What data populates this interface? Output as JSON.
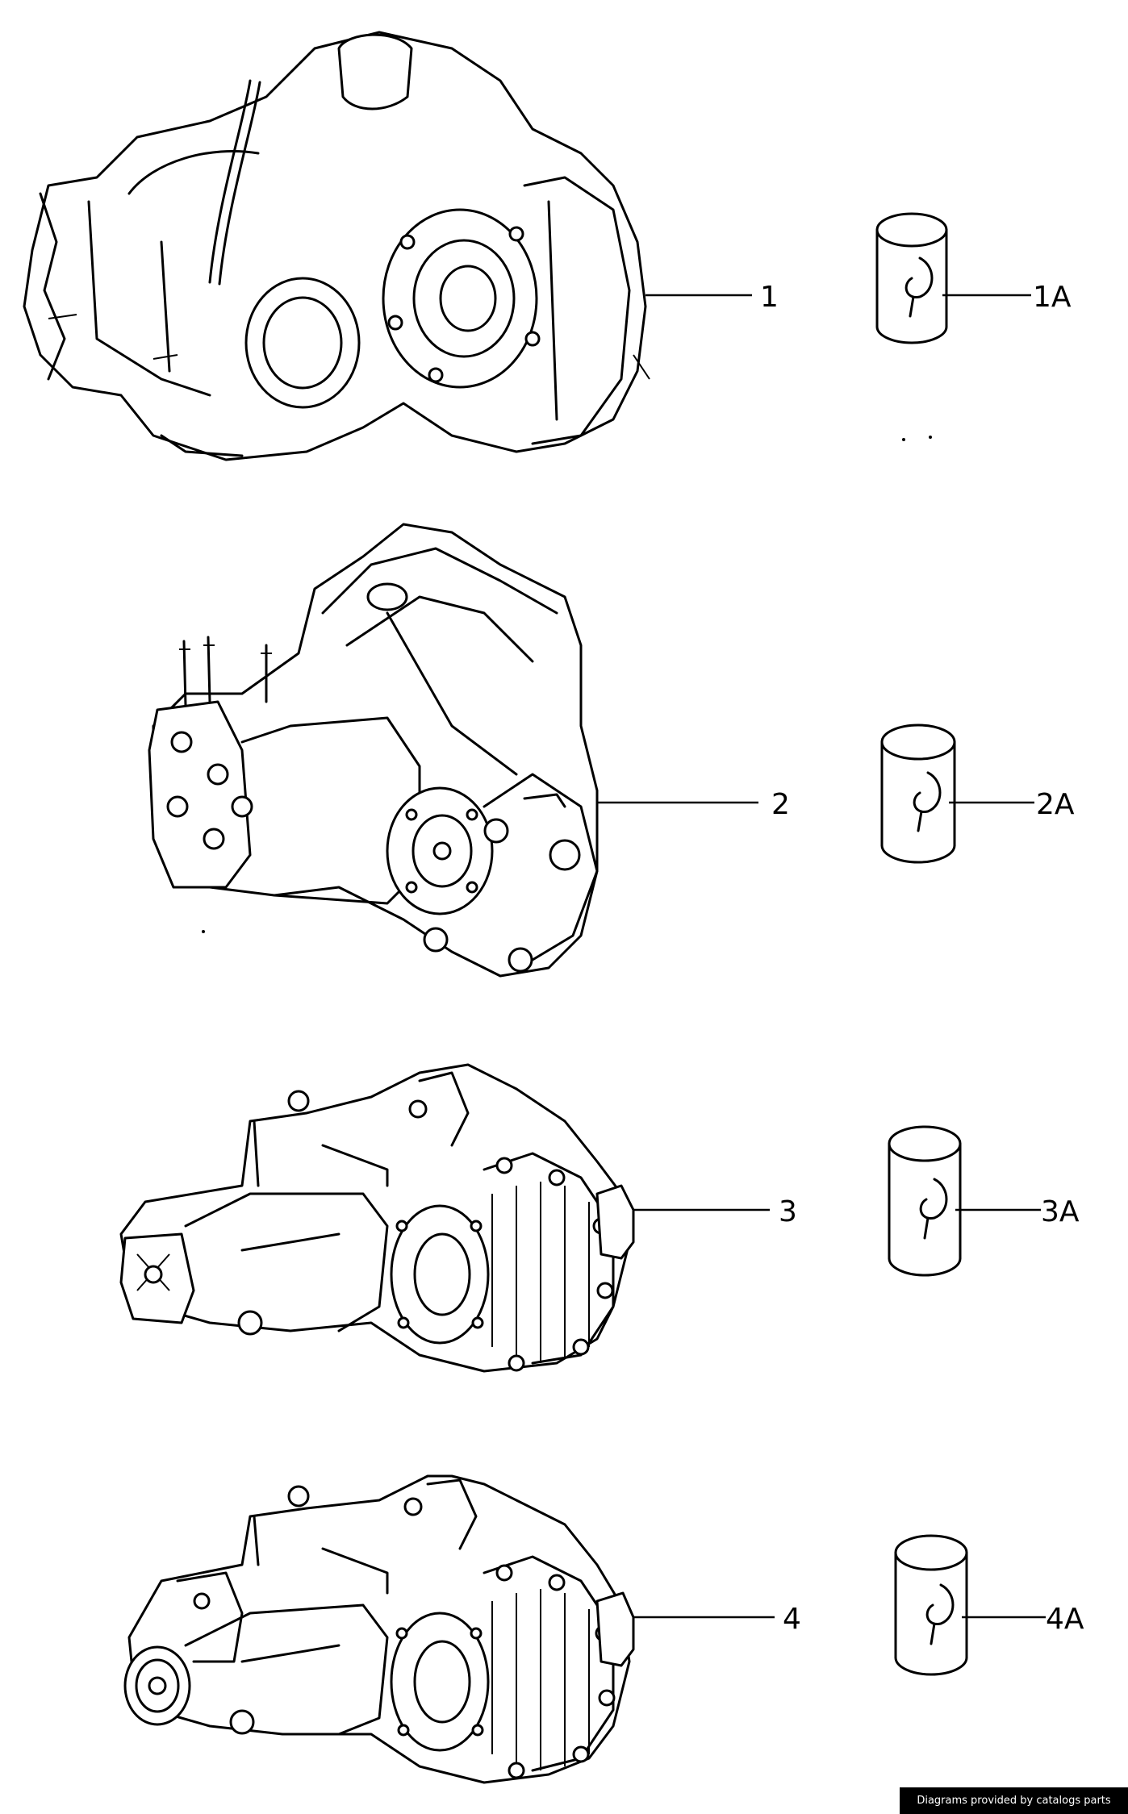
{
  "callouts": {
    "part_1": "1",
    "part_1a": "1A",
    "part_2": "2",
    "part_2a": "2A",
    "part_3": "3",
    "part_3a": "3A",
    "part_4": "4",
    "part_4a": "4A"
  },
  "footer": {
    "credit": "Diagrams provided by catalogs parts"
  },
  "icons": {
    "gearbox": "gearbox-icon",
    "oil_can": "oil-can-icon"
  }
}
